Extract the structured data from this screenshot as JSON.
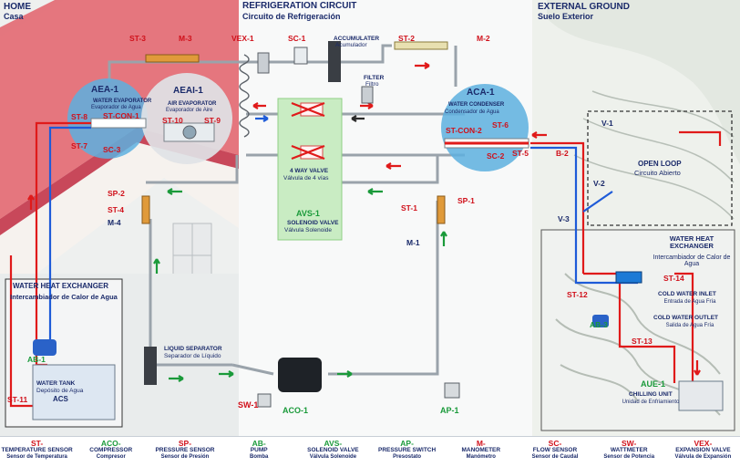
{
  "sections": {
    "home_title": "HOME",
    "home_sub": "Casa",
    "refrig_title": "REFRIGERATION CIRCUIT",
    "refrig_sub": "Circuito de Refrigeración",
    "ground_title": "EXTERNAL GROUND",
    "ground_sub": "Suelo Exterior"
  },
  "components": {
    "aea1": {
      "code": "AEA-1",
      "name_en": "WATER EVAPORATOR",
      "name_es": "Evaporador de Agua",
      "sensor": "ST-CON-1"
    },
    "aeai1": {
      "code": "AEAI-1",
      "name_en": "AIR EVAPORATOR",
      "name_es": "Evaporador de Aire"
    },
    "aca1": {
      "code": "ACA-1",
      "name_en": "WATER CONDENSER",
      "name_es": "Condensador de Agua",
      "sensor": "ST-CON-2"
    },
    "accumulator": {
      "name_en": "ACCUMULATER",
      "name_es": "Acumulador"
    },
    "filter": {
      "name_en": "FILTER",
      "name_es": "Filtro"
    },
    "four_way": {
      "name_en": "4 WAY VALVE",
      "name_es": "Válvula de 4 vías"
    },
    "avs1": {
      "code": "AVS-1",
      "name_en": "SOLENOID VALVE",
      "name_es": "Válvula Solenoide"
    },
    "liquid_sep": {
      "name_en": "LIQUID SEPARATOR",
      "name_es": "Separador de Líquido"
    },
    "aco1": {
      "code": "ACO-1"
    },
    "ap1": {
      "code": "AP-1"
    },
    "sw1": {
      "code": "SW-1"
    },
    "open_loop": {
      "name_en": "OPEN LOOP",
      "name_es": "Circuito Abierto"
    },
    "whe_ground": {
      "name_en": "WATER HEAT EXCHANGER",
      "name_es": "Intercambiador de Calor de Agua"
    },
    "whe_home": {
      "name_en": "WATER HEAT EXCHANGER",
      "name_es": "Intercambiador de Calor de Agua"
    },
    "water_tank": {
      "name_en": "WATER TANK",
      "name_es": "Depósito de Agua",
      "extra": "ACS"
    },
    "ab1": {
      "code": "AB-1"
    },
    "ab3": {
      "code": "AB-3"
    },
    "cold_inlet": {
      "name_en": "COLD WATER INLET",
      "name_es": "Entrada de Agua Fría"
    },
    "cold_outlet": {
      "name_en": "COLD WATER OUTLET",
      "name_es": "Salida de Agua Fría"
    },
    "aue1": {
      "code": "AUE-1",
      "name_en": "CHILLING UNIT",
      "name_es": "Unidad de Enfriamiento"
    }
  },
  "sensors": {
    "st3": "ST-3",
    "m3": "M-3",
    "vex1": "VEX-1",
    "sc1": "SC-1",
    "st2": "ST-2",
    "m2": "M-2",
    "st8": "ST-8",
    "st7": "ST-7",
    "sc3": "SC-3",
    "st10": "ST-10",
    "st9": "ST-9",
    "st6": "ST-6",
    "sc2": "SC-2",
    "st5": "ST-5",
    "b2": "B-2",
    "sp2": "SP-2",
    "st4": "ST-4",
    "m4": "M-4",
    "st1": "ST-1",
    "sp1": "SP-1",
    "m1": "M-1",
    "v1": "V-1",
    "v2": "V-2",
    "v3": "V-3",
    "st14": "ST-14",
    "st12": "ST-12",
    "st13": "ST-13",
    "st11": "ST-11"
  },
  "legend": [
    {
      "code": "ST-",
      "en": "TEMPERATURE SENSOR",
      "es": "Sensor de Temperatura",
      "color": "#d0101a"
    },
    {
      "code": "ACO-",
      "en": "COMPRESSOR",
      "es": "Compresor",
      "color": "#1a9a3a"
    },
    {
      "code": "SP-",
      "en": "PRESSURE SENSOR",
      "es": "Sensor de Presión",
      "color": "#d0101a"
    },
    {
      "code": "AB-",
      "en": "PUMP",
      "es": "Bomba",
      "color": "#1a9a3a"
    },
    {
      "code": "AVS-",
      "en": "SOLENOID VALVE",
      "es": "Válvula Solenoide",
      "color": "#1a9a3a"
    },
    {
      "code": "AP-",
      "en": "PRESSURE SWITCH",
      "es": "Presostato",
      "color": "#1a9a3a"
    },
    {
      "code": "M-",
      "en": "MANOMETER",
      "es": "Manómetro",
      "color": "#d0101a"
    },
    {
      "code": "SC-",
      "en": "FLOW SENSOR",
      "es": "Sensor de Caudal",
      "color": "#d0101a"
    },
    {
      "code": "SW-",
      "en": "WATTMETER",
      "es": "Sensor de Potencia",
      "color": "#d0101a"
    },
    {
      "code": "VEX-",
      "en": "EXPANSION VALVE",
      "es": "Válvula de Expansión",
      "color": "#d0101a"
    }
  ],
  "colors": {
    "hot": "#e01a1a",
    "cold": "#1e5bd8",
    "flow": "#1a9a3a",
    "pipe": "#9aa3ab",
    "label": "#1a2a6a"
  }
}
